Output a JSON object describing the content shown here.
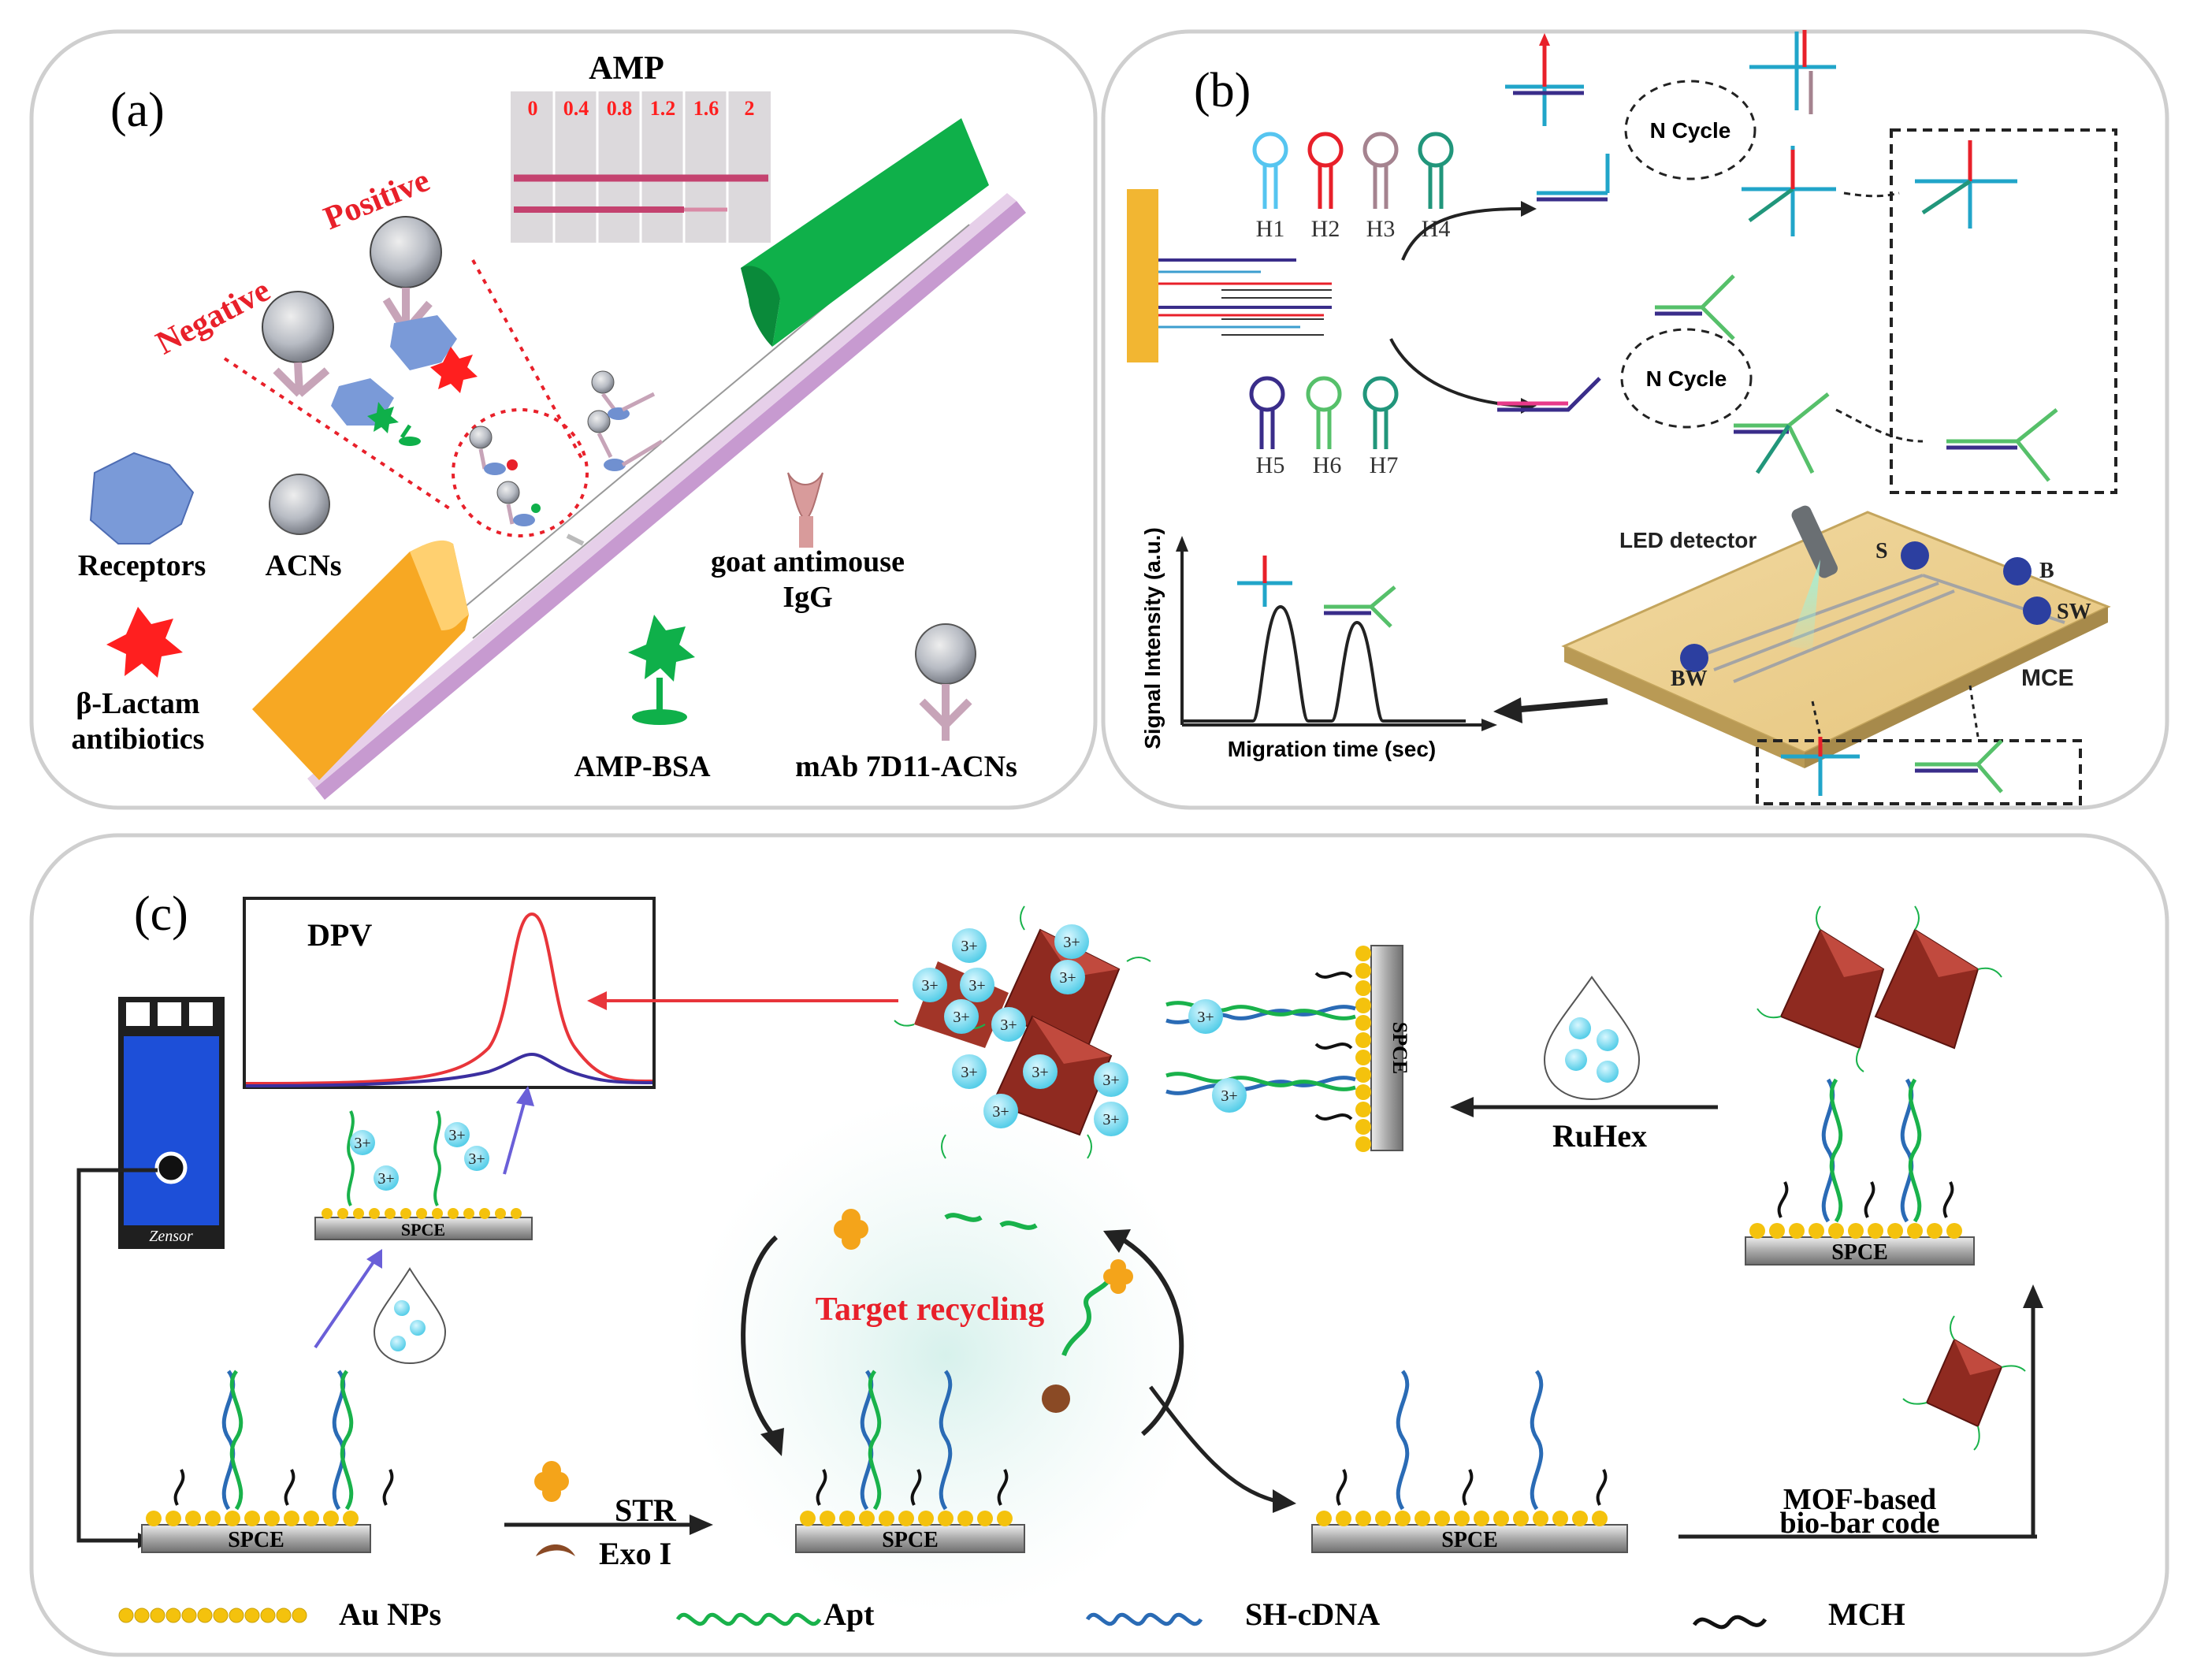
{
  "panels": {
    "a": {
      "label": "(a)",
      "strip_title": "AMP",
      "strip_concentrations": [
        "0",
        "0.4",
        "0.8",
        "1.2",
        "1.6",
        "2"
      ],
      "positive": "Positive",
      "negative": "Negative",
      "legend": {
        "receptors": "Receptors",
        "acns": "ACNs",
        "antibiotics_line1": "β-Lactam",
        "antibiotics_line2": "antibiotics",
        "goat_line1": "goat antimouse",
        "goat_line2": "IgG",
        "amp_bsa": "AMP-BSA",
        "mab": "mAb 7D11-ACNs"
      }
    },
    "b": {
      "label": "(b)",
      "hairpins_top": [
        "H1",
        "H2",
        "H3",
        "H4"
      ],
      "hairpins_bottom": [
        "H5",
        "H6",
        "H7"
      ],
      "cycle_label": "N Cycle",
      "led": "LED detector",
      "ports": {
        "s": "S",
        "b": "B",
        "sw": "SW",
        "bw": "BW"
      },
      "chip": "MCE",
      "xlabel": "Migration time (sec)",
      "ylabel": "Signal Intensity (a.u.)"
    },
    "c": {
      "label": "(c)",
      "dpv": "DPV",
      "electrode": "SPCE",
      "device": "Zensor",
      "charge": "3+",
      "ruhex": "RuHex",
      "target_recycling": "Target recycling",
      "str": "STR",
      "exo": "Exo I",
      "mof_line1": "MOF-based",
      "mof_line2": "bio-bar code",
      "legend": {
        "au": "Au NPs",
        "apt": "Apt",
        "cdna": "SH-cDNA",
        "mch": "MCH"
      }
    }
  },
  "colors": {
    "panel_border": "#c9c9c9",
    "red_label": "#e8202a",
    "strip_pad_orange": "#f7a823",
    "strip_pad_green": "#0fb04a",
    "strip_base": "#c79ad0",
    "ruhex": "#7fdcef",
    "gold": "#f4c20d",
    "apt_green": "#19b24b",
    "cdna_blue": "#2a6bb5",
    "dpv_red": "#e8353a",
    "dpv_blue": "#3b2fa0",
    "mof": "#8f2a20"
  }
}
